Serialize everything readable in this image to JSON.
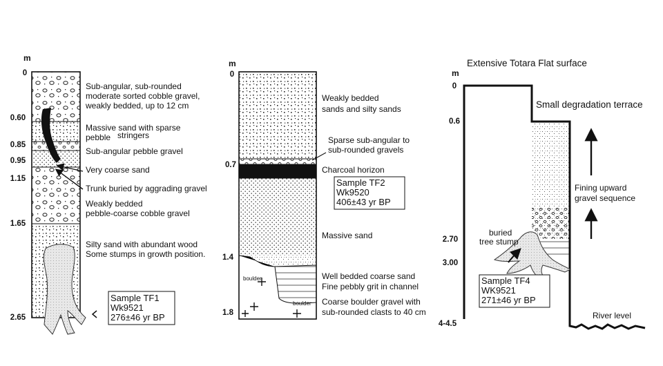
{
  "column1": {
    "unit": "m",
    "depths": [
      "0",
      "0.60",
      "0.85",
      "0.95",
      "1.15",
      "1.65",
      "2.65"
    ],
    "descriptions": [
      [
        "Sub-angular, sub-rounded",
        "moderate sorted cobble gravel,",
        "weakly bedded, up to 12 cm"
      ],
      [
        "Massive sand with sparse",
        "pebble",
        "stringers"
      ],
      [
        "Sub-angular pebble gravel"
      ],
      [
        "Very coarse sand"
      ],
      [
        "Trunk buried by aggrading gravel"
      ],
      [
        "Weakly bedded",
        "pebble-coarse cobble gravel"
      ],
      [
        "Silty sand with abundant wood",
        "Some stumps in growth position."
      ]
    ],
    "sample": [
      "Sample TF1",
      "Wk9521",
      "276±46 yr BP"
    ]
  },
  "column2": {
    "unit": "m",
    "depths": [
      "0",
      "0.7",
      "1.4",
      "1.8"
    ],
    "descriptions": [
      [
        "Weakly bedded",
        "sands and silty sands"
      ],
      [
        "Sparse sub-angular to",
        "sub-rounded gravels"
      ],
      [
        "Charcoal horizon"
      ],
      [
        "Massive sand"
      ],
      [
        "Well bedded coarse sand",
        "Fine pebbly grit in channel"
      ],
      [
        "Coarse boulder gravel with",
        "sub-rounded clasts to 40 cm"
      ]
    ],
    "sample": [
      "Sample TF2",
      "Wk9520",
      "406±43 yr BP"
    ],
    "boulder_labels": [
      "boulder",
      "boulder"
    ]
  },
  "column3": {
    "title": "Extensive Totara Flat surface",
    "unit": "m",
    "depths": [
      "0",
      "0.6",
      "2.70",
      "3.00",
      "4-4.5"
    ],
    "terrace_label": "Small degradation terrace",
    "fining_label": [
      "Fining upward",
      "gravel sequence"
    ],
    "stump_label": [
      "buried",
      "tree stump"
    ],
    "river_label": "River level",
    "sample": [
      "Sample TF4",
      "WK9521",
      "271±46 yr BP"
    ]
  }
}
